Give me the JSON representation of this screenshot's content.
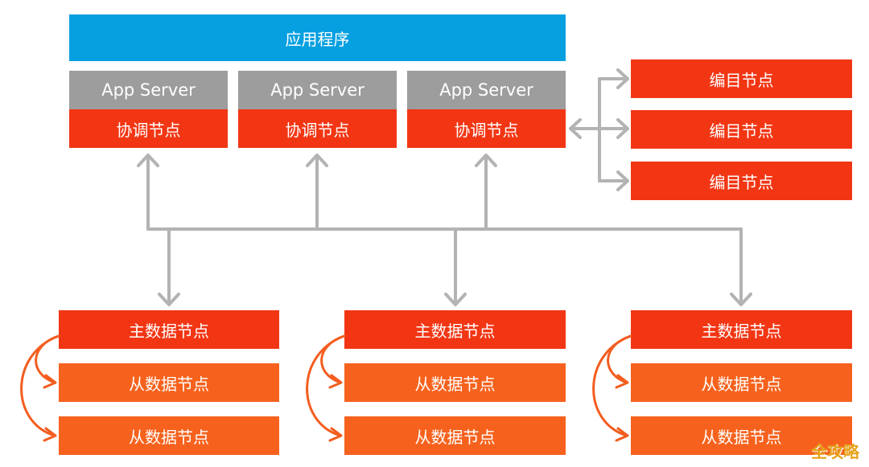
{
  "app": {
    "label": "应用程序"
  },
  "servers": [
    {
      "server_label": "App Server",
      "coordinator_label": "协调节点"
    },
    {
      "server_label": "App Server",
      "coordinator_label": "协调节点"
    },
    {
      "server_label": "App Server",
      "coordinator_label": "协调节点"
    }
  ],
  "catalog_nodes": [
    "编目节点",
    "编目节点",
    "编目节点"
  ],
  "data_groups": [
    {
      "master": "主数据节点",
      "slaves": [
        "从数据节点",
        "从数据节点"
      ]
    },
    {
      "master": "主数据节点",
      "slaves": [
        "从数据节点",
        "从数据节点"
      ]
    },
    {
      "master": "主数据节点",
      "slaves": [
        "从数据节点",
        "从数据节点"
      ]
    }
  ],
  "watermark": "全攻略",
  "colors": {
    "app_blue": "#069fe0",
    "server_gray": "#9d9d9d",
    "node_red": "#f23614",
    "slave_orange": "#f6621d",
    "connector_gray": "#b3b3b3",
    "replication_orange": "#f35d1f"
  }
}
